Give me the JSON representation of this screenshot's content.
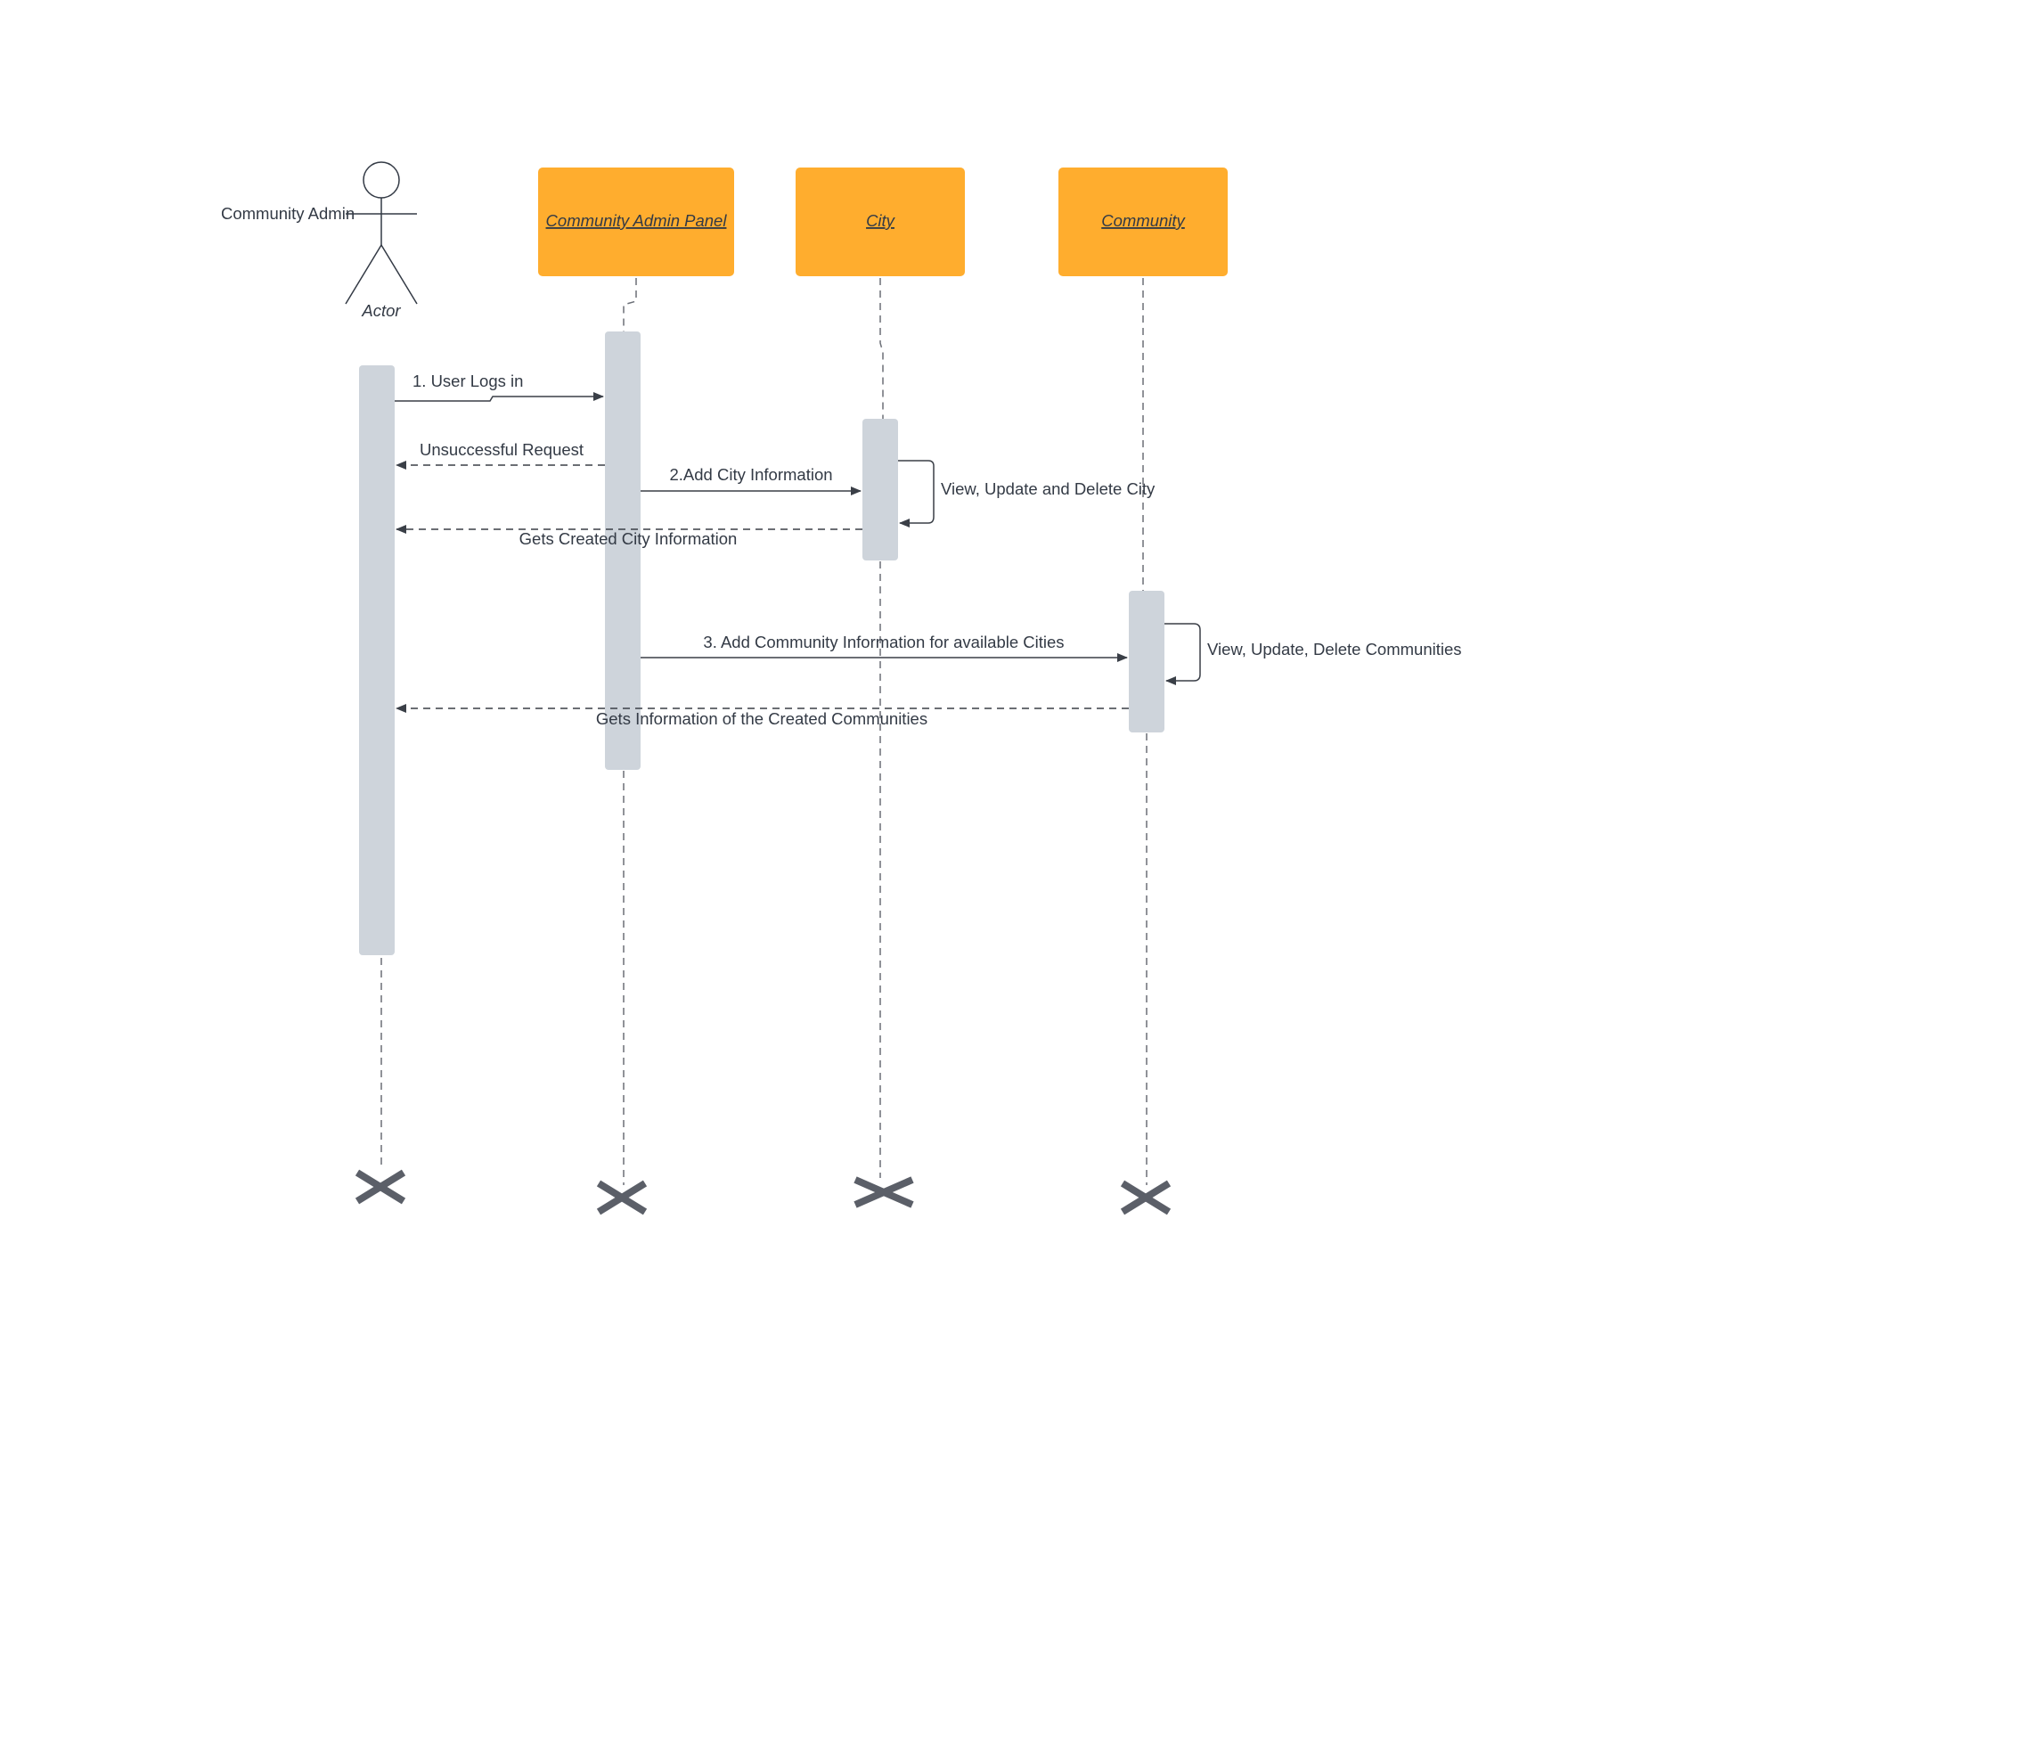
{
  "actor": {
    "name": "Community Admin",
    "caption": "Actor"
  },
  "participants": [
    {
      "label": "Community Admin Panel",
      "fill": "#ffad2e"
    },
    {
      "label": "City",
      "fill": "#ffad2e"
    },
    {
      "label": "Community",
      "fill": "#ffad2e"
    }
  ],
  "messages": [
    {
      "label": "1. User Logs in",
      "from": "Actor",
      "to": "Community Admin Panel",
      "style": "solid"
    },
    {
      "label": "Unsuccessful Request",
      "from": "Community Admin Panel",
      "to": "Actor",
      "style": "dashed"
    },
    {
      "label": "2.Add City Information",
      "from": "Community Admin Panel",
      "to": "City",
      "style": "solid"
    },
    {
      "label": "View, Update and Delete City",
      "from": "City",
      "to": "City",
      "style": "self"
    },
    {
      "label": "Gets Created City Information",
      "from": "City",
      "to": "Actor",
      "style": "dashed"
    },
    {
      "label": "3. Add Community Information for available Cities",
      "from": "Community Admin Panel",
      "to": "Community",
      "style": "solid"
    },
    {
      "label": "View, Update, Delete Communities",
      "from": "Community",
      "to": "Community",
      "style": "self"
    },
    {
      "label": "Gets Information of the Created Communities",
      "from": "Community",
      "to": "Actor",
      "style": "dashed"
    }
  ],
  "colors": {
    "participant_fill": "#ffad2e",
    "activation_fill": "#ced4db",
    "line": "#6b6f77",
    "arrow": "#3a3f47",
    "destroy_mark": "#5b5f68",
    "text": "#333a45"
  }
}
